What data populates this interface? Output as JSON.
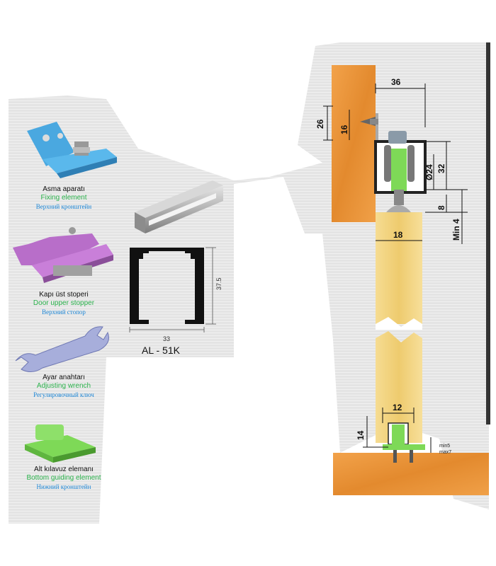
{
  "parts": [
    {
      "tr": "Asma aparatı",
      "en": "Fixing element",
      "ru": "Верхний кронштейн"
    },
    {
      "tr": "Kapı üst stoperi",
      "en": "Door upper stopper",
      "ru": "Верхний стопор"
    },
    {
      "tr": "Ayar anahtarı",
      "en": "Adjusting wrench",
      "ru": "Регулировочный ключ"
    },
    {
      "tr": "Alt kılavuz elemanı",
      "en": "Bottom guiding element",
      "ru": "Нижний кронштейн"
    }
  ],
  "profile": {
    "name": "AL - 51K",
    "width": "33",
    "height": "37.5"
  },
  "dimensions": {
    "d36": "36",
    "d26": "26",
    "d16": "16",
    "d24": "Ø24",
    "d32": "32",
    "d8": "8",
    "min4": "Min 4",
    "d18": "18",
    "d12": "12",
    "d14": "14",
    "min5": "min5",
    "max7": "max7"
  },
  "colors": {
    "wood": "#e8953c",
    "door": "#f0d488",
    "green": "#7ed957",
    "panel": "#dcdcdc",
    "blue_part": "#5ab8ec",
    "purple_part": "#c97fd9"
  }
}
